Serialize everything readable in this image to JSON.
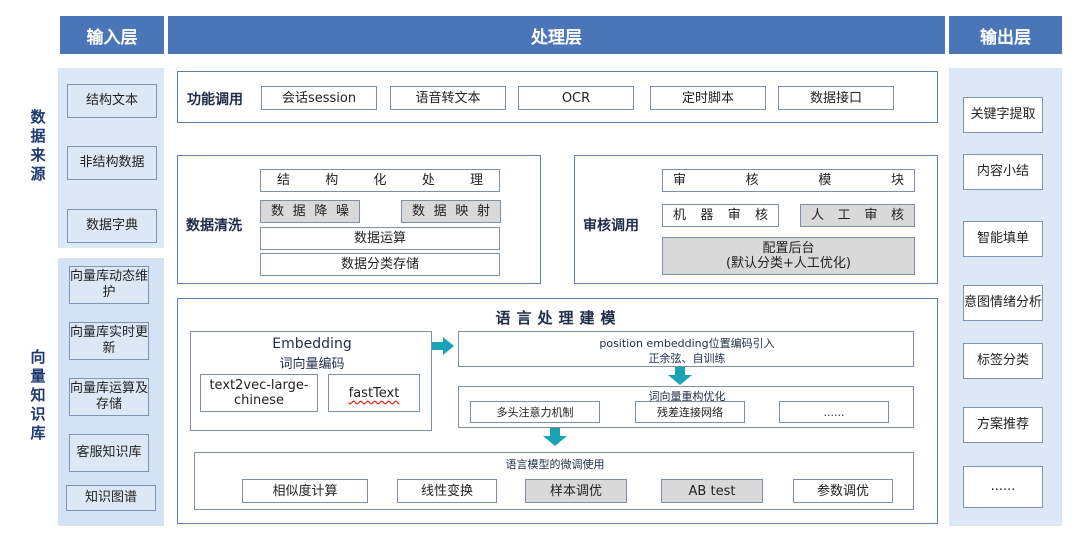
{
  "headers": {
    "input": "输入层",
    "process": "处理层",
    "output": "输出层"
  },
  "left": {
    "group1_label": "数据来源",
    "group1_items": [
      "结构文本",
      "非结构数据",
      "数据字典"
    ],
    "group2_label": "向量知识库",
    "group2_items": [
      "向量库动态维护",
      "向量库实时更新",
      "向量库运算及存储",
      "客服知识库",
      "知识图谱"
    ]
  },
  "function_call": {
    "label": "功能调用",
    "items": [
      "会话session",
      "语音转文本",
      "OCR",
      "定时脚本",
      "数据接口"
    ]
  },
  "data_clean": {
    "label": "数据清洗",
    "structured": [
      "结",
      "构",
      "化",
      "处",
      "理"
    ],
    "denoise": [
      "数",
      "据",
      "降",
      "噪"
    ],
    "mapping": [
      "数",
      "据",
      "映",
      "射"
    ],
    "compute": "数据运算",
    "storage": "数据分类存储"
  },
  "review_call": {
    "label": "审核调用",
    "module": [
      "审",
      "核",
      "模",
      "块"
    ],
    "machine": [
      "机",
      "器",
      "审",
      "核"
    ],
    "manual": [
      "人",
      "工",
      "审",
      "核"
    ],
    "backend_line1": "配置后台",
    "backend_line2": "(默认分类+人工优化)"
  },
  "language_model": {
    "title": "语言处理建模",
    "embedding_title": "Embedding",
    "embedding_subtitle": "词向量编码",
    "embedding_models": [
      "text2vec-large-chinese",
      "fastText"
    ],
    "position_line1": "position embedding位置编码引入",
    "position_line2": "正余弦、自训练",
    "restructure_title": "词向量重构优化",
    "restructure_items": [
      "多头注意力机制",
      "残差连接网络",
      "......"
    ],
    "finetune_title": "语言模型的微调使用",
    "finetune_items": [
      "相似度计算",
      "线性变换",
      "样本调优",
      "AB test",
      "参数调优"
    ]
  },
  "output_items": [
    "关键字提取",
    "内容小结",
    "智能填单",
    "意图情绪分析",
    "标签分类",
    "方案推荐",
    "......"
  ]
}
